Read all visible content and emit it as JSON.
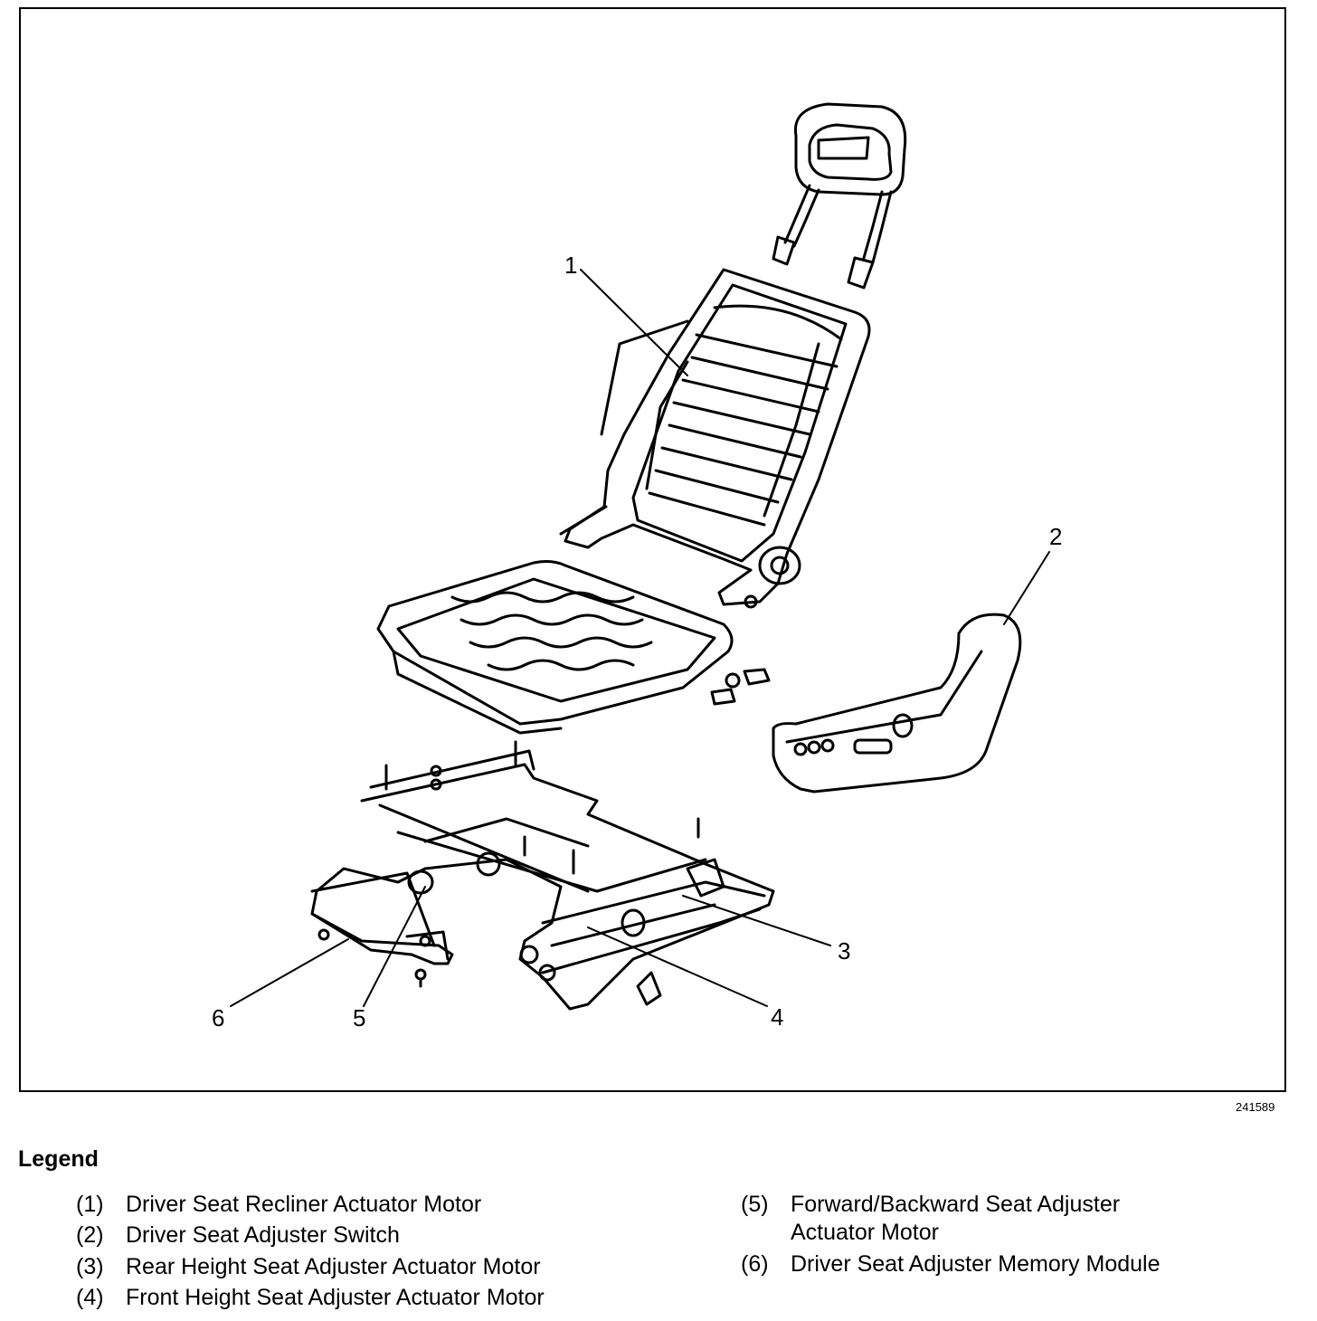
{
  "figure_number": "241589",
  "legend": {
    "title": "Legend",
    "items": [
      {
        "num": "(1)",
        "text": "Driver Seat Recliner Actuator Motor"
      },
      {
        "num": "(2)",
        "text": "Driver Seat Adjuster Switch"
      },
      {
        "num": "(3)",
        "text": "Rear Height Seat Adjuster Actuator Motor"
      },
      {
        "num": "(4)",
        "text": "Front Height Seat Adjuster Actuator Motor"
      },
      {
        "num": "(5)",
        "text": "Forward/Backward Seat Adjuster Actuator Motor"
      },
      {
        "num": "(6)",
        "text": "Driver Seat Adjuster Memory Module"
      }
    ]
  },
  "callouts": [
    "1",
    "2",
    "3",
    "4",
    "5",
    "6"
  ]
}
